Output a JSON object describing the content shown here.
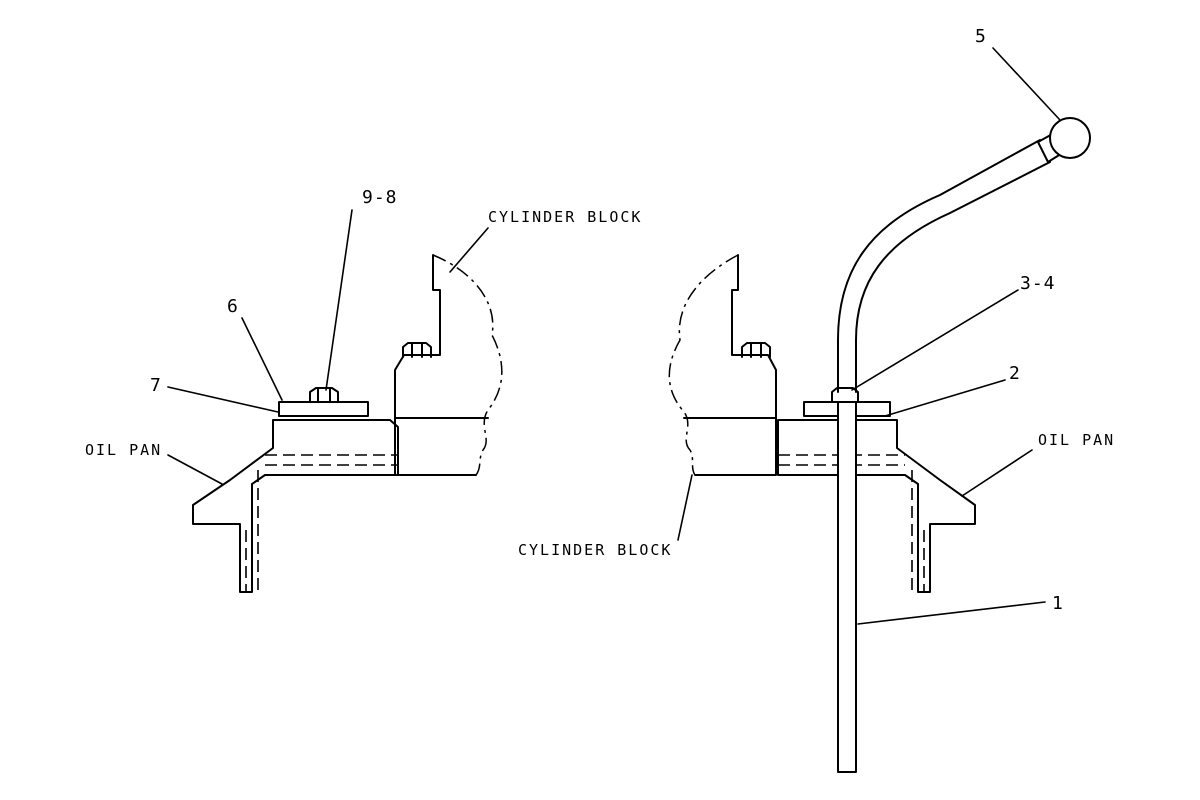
{
  "callouts": {
    "c1": "1",
    "c2": "2",
    "c34": "3-4",
    "c5": "5",
    "c6": "6",
    "c7": "7",
    "c98": "9-8"
  },
  "labels": {
    "cylinder_block_left": "CYLINDER BLOCK",
    "cylinder_block_right": "CYLINDER BLOCK",
    "oil_pan_left": "OIL PAN",
    "oil_pan_right": "OIL PAN"
  }
}
